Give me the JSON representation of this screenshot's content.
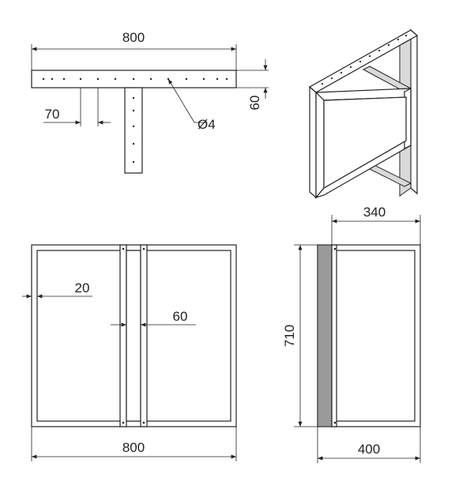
{
  "dimensions": {
    "top_width": "800",
    "rail_height": "60",
    "hole_spacing": "70",
    "hole_diameter": "Ø4",
    "frame_profile": "20",
    "center_post": "60",
    "front_width": "800",
    "side_height": "710",
    "side_depth_inner": "340",
    "side_depth": "400"
  }
}
